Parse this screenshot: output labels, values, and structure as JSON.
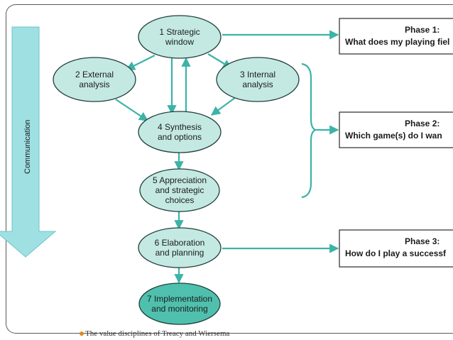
{
  "diagram": {
    "communication_label": "Communication",
    "nodes": [
      {
        "id": "n1",
        "lines": [
          "1 Strategic",
          "window"
        ],
        "highlight": false
      },
      {
        "id": "n2",
        "lines": [
          "2 External",
          "analysis"
        ],
        "highlight": false
      },
      {
        "id": "n3",
        "lines": [
          "3 Internal",
          "analysis"
        ],
        "highlight": false
      },
      {
        "id": "n4",
        "lines": [
          "4 Synthesis",
          "and options"
        ],
        "highlight": false
      },
      {
        "id": "n5",
        "lines": [
          "5 Appreciation",
          "and strategic",
          "choices"
        ],
        "highlight": false
      },
      {
        "id": "n6",
        "lines": [
          "6 Elaboration",
          "and planning"
        ],
        "highlight": false
      },
      {
        "id": "n7",
        "lines": [
          "7 Implementation",
          "and  monitoring"
        ],
        "highlight": true
      }
    ],
    "phases": [
      {
        "id": "p1",
        "title": "Phase 1:",
        "question": "What does my playing fiel"
      },
      {
        "id": "p2",
        "title": "Phase 2:",
        "question": "Which game(s) do I wan"
      },
      {
        "id": "p3",
        "title": "Phase 3:",
        "question": "How do I play a successf"
      }
    ],
    "colors": {
      "node_fill": "#c4e9e2",
      "node_highlight_fill": "#4fc0ad",
      "node_stroke": "#1f3f3a",
      "arrow": "#3bb3a8",
      "comm_fill": "#9fe0e3",
      "comm_stroke": "#6cc4c8"
    }
  },
  "footer": {
    "caption": "The value disciplines of Treacy and Wiersema"
  }
}
